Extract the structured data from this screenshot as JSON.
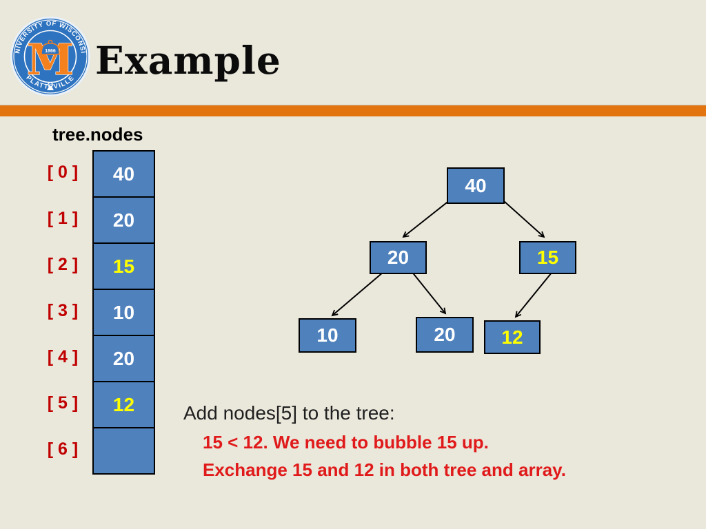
{
  "slide": {
    "title": "Example",
    "background_color": "#EAE7DB",
    "accent_bar_color": "#E2750F"
  },
  "logo": {
    "top_text": "UNIVERSITY OF WISCONSIN",
    "bottom_text": "PLATTEVILLE",
    "year": "1866",
    "monogram": "M",
    "ring_color": "#2E73BF",
    "monogram_color": "#F5801E"
  },
  "array_panel": {
    "label": "tree.nodes",
    "cell_color": "#4F81BD",
    "index_color": "#C00000",
    "value_color": "#FFFFFF",
    "highlight_color": "#FFFF00",
    "rows": [
      {
        "index": "[ 0 ]",
        "value": "40",
        "highlight": false
      },
      {
        "index": "[ 1 ]",
        "value": "20",
        "highlight": false
      },
      {
        "index": "[ 2 ]",
        "value": "15",
        "highlight": true
      },
      {
        "index": "[ 3 ]",
        "value": "10",
        "highlight": false
      },
      {
        "index": "[ 4 ]",
        "value": "20",
        "highlight": false
      },
      {
        "index": "[ 5 ]",
        "value": "12",
        "highlight": true
      },
      {
        "index": "[ 6 ]",
        "value": "",
        "highlight": false
      }
    ]
  },
  "tree": {
    "nodes": [
      {
        "id": "root",
        "value": "40",
        "highlight": false
      },
      {
        "id": "left-child",
        "value": "20",
        "highlight": false
      },
      {
        "id": "right-child",
        "value": "15",
        "highlight": true
      },
      {
        "id": "left-left-child",
        "value": "10",
        "highlight": false
      },
      {
        "id": "left-right-child",
        "value": "20",
        "highlight": false
      },
      {
        "id": "right-left-child",
        "value": "12",
        "highlight": true
      }
    ],
    "edges": [
      [
        "root",
        "left-child"
      ],
      [
        "root",
        "right-child"
      ],
      [
        "left-child",
        "left-left-child"
      ],
      [
        "left-child",
        "left-right-child"
      ],
      [
        "right-child",
        "right-left-child"
      ]
    ]
  },
  "caption": {
    "line1": "Add nodes[5] to the tree:",
    "line2": "15 < 12. We need to bubble 15 up.",
    "line3": "Exchange 15 and 12 in both tree and array.",
    "line1_color": "#1F1F1F",
    "emphasis_color": "#E01A1A"
  }
}
